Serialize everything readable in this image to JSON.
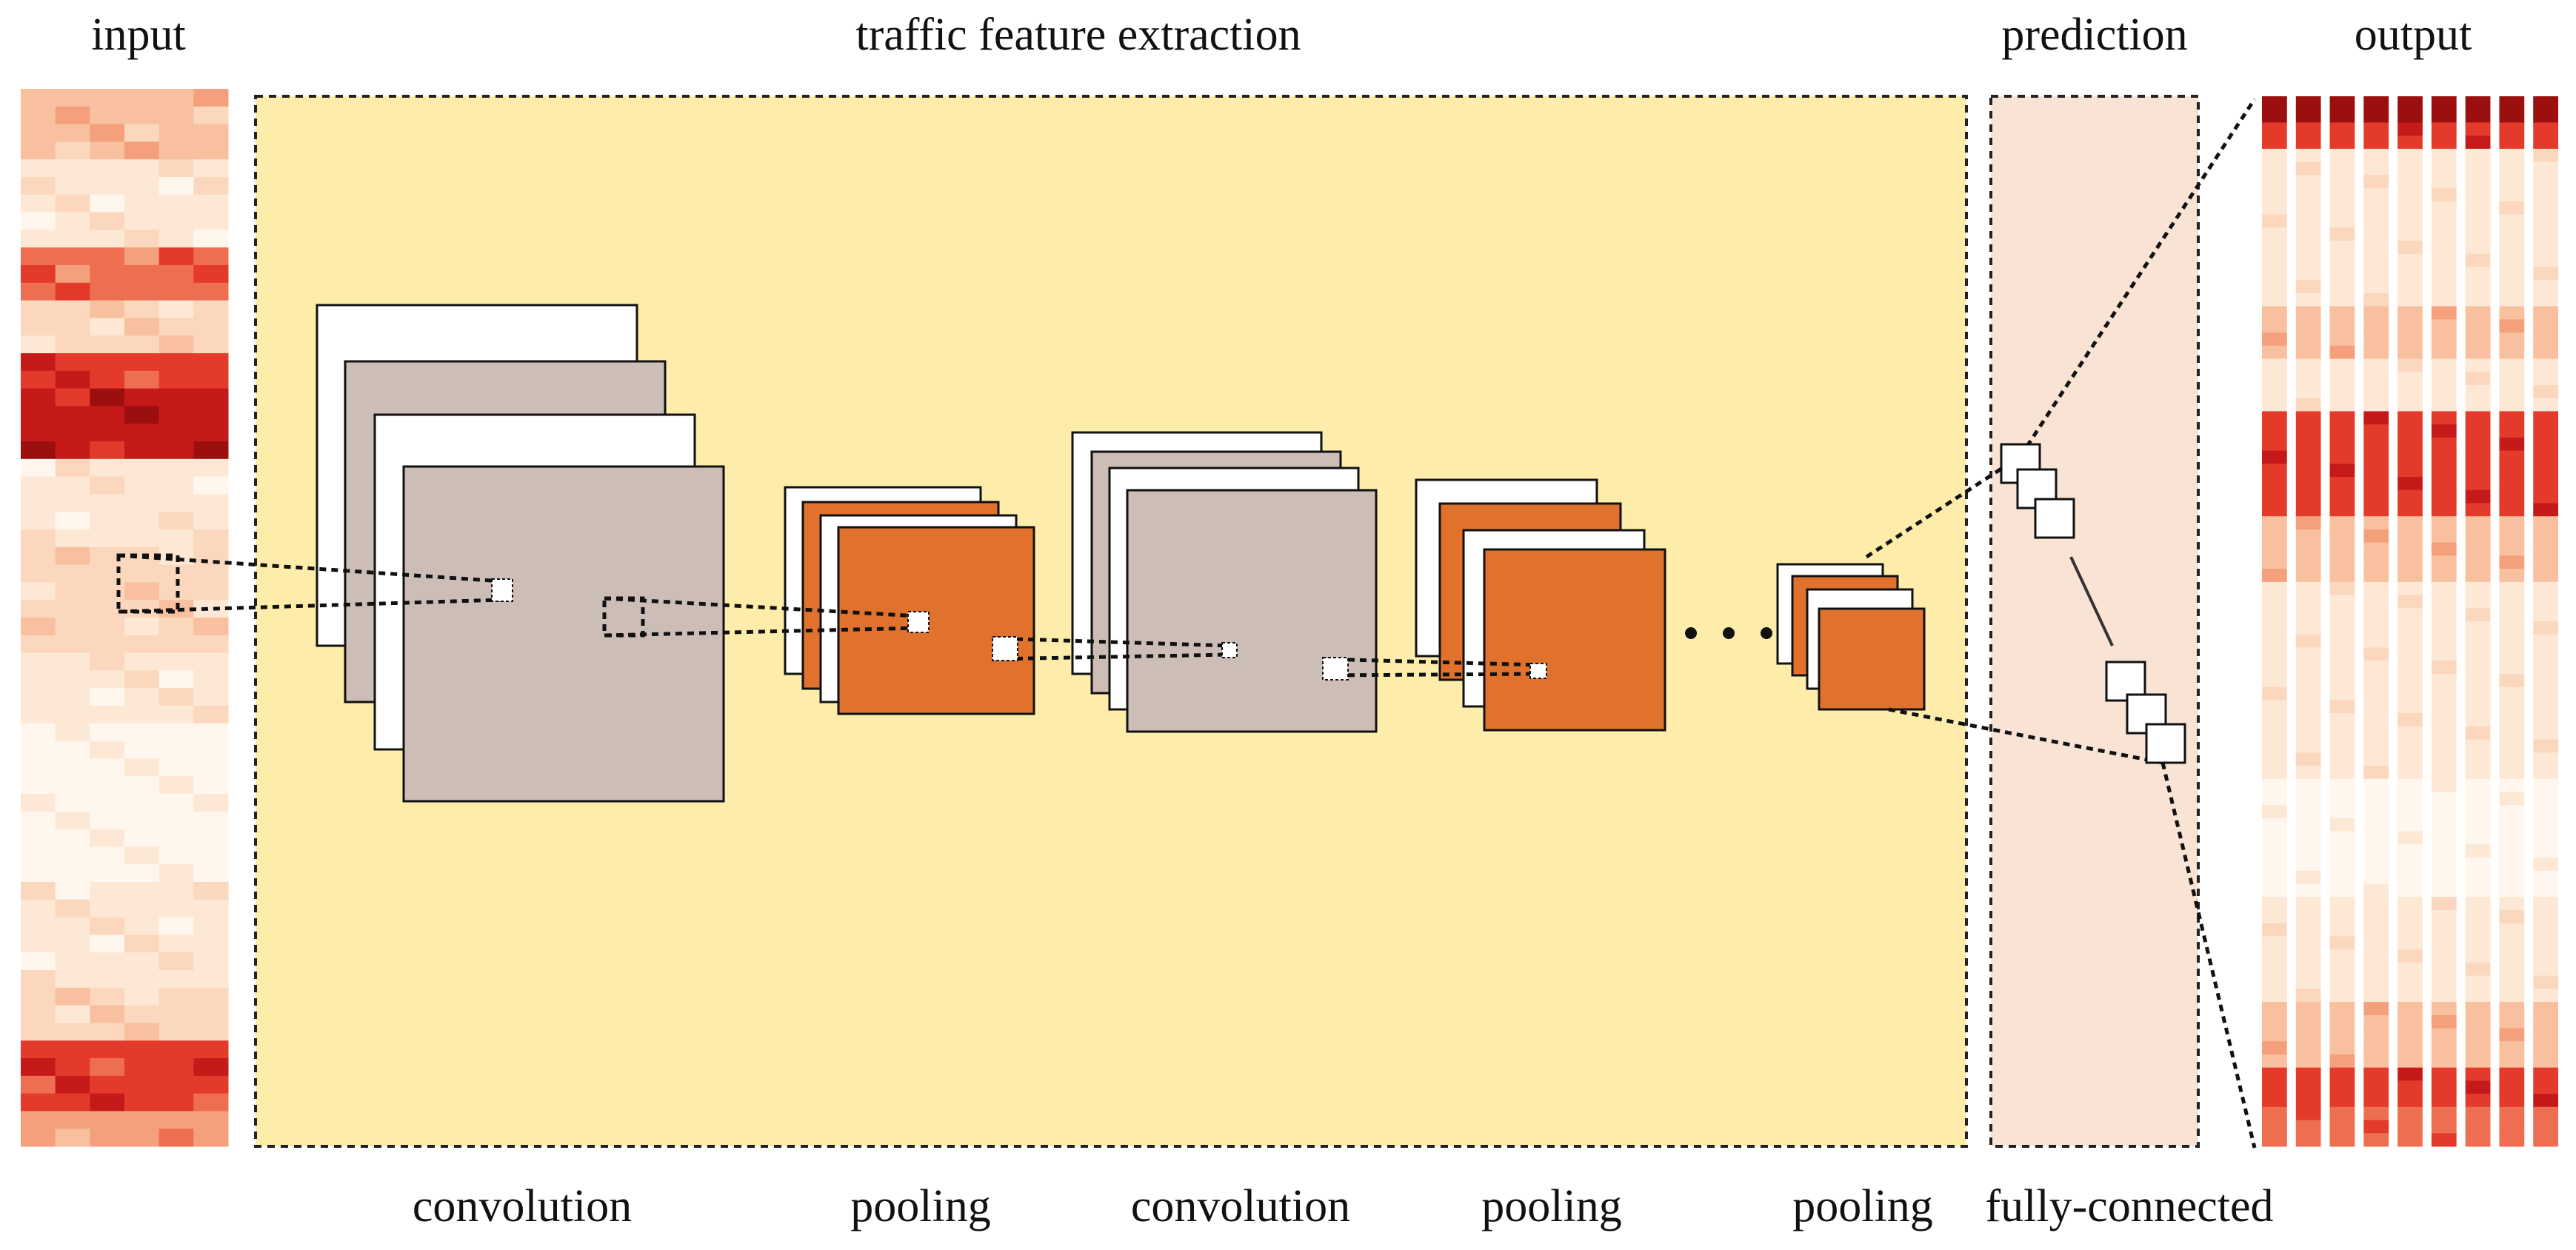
{
  "headers": {
    "input": "input",
    "feature_extraction": "traffic feature extraction",
    "prediction": "prediction",
    "output": "output"
  },
  "stages": {
    "conv1": "convolution",
    "pool1": "pooling",
    "conv2": "convolution",
    "pool2": "pooling",
    "pool3": "pooling",
    "fc": "fully-connected"
  },
  "colors": {
    "feature_panel": "#feedaa",
    "prediction_panel": "#f9e3d4",
    "conv_map": "#ccbdb6",
    "pool_map": "#e0722e",
    "border": "#111111"
  }
}
